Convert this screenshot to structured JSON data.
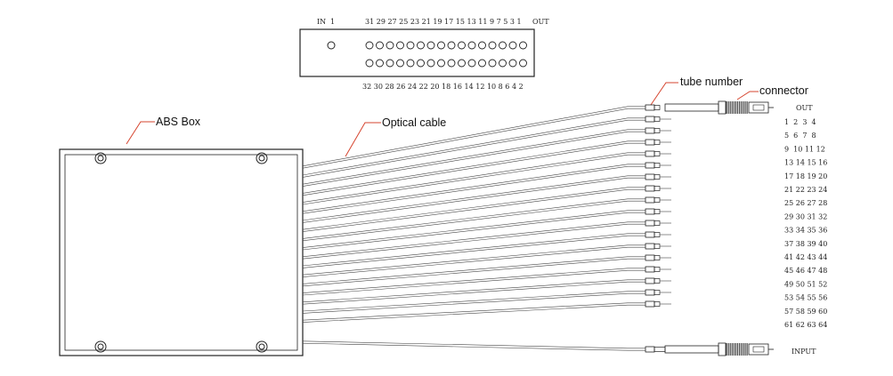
{
  "labels": {
    "abs_box": "ABS Box",
    "optical_cable": "Optical cable",
    "tube_number": "tube number",
    "connector": "connector",
    "out": "OUT",
    "input": "INPUT"
  },
  "top_panel": {
    "in_label": "IN",
    "in_number": "1",
    "out_label": "OUT",
    "top_numbers": "31 29 27 25 23 21 19 17 15 13 11 9 7 5 3 1",
    "bottom_numbers": "32 30 28 26 24 22 20 18 16 14 12 10 8 6 4 2"
  },
  "out_table": [
    "1  2  3  4",
    "5  6  7  8",
    "9  10 11 12",
    "13 14 15 16",
    "17 18 19 20",
    "21 22 23 24",
    "25 26 27 28",
    "29 30 31 32",
    "33 34 35 36",
    "37 38 39 40",
    "41 42 43 44",
    "45 46 47 48",
    "49 50 51 52",
    "53 54 55 56",
    "57 58 59 60",
    "61 62 63 64"
  ]
}
